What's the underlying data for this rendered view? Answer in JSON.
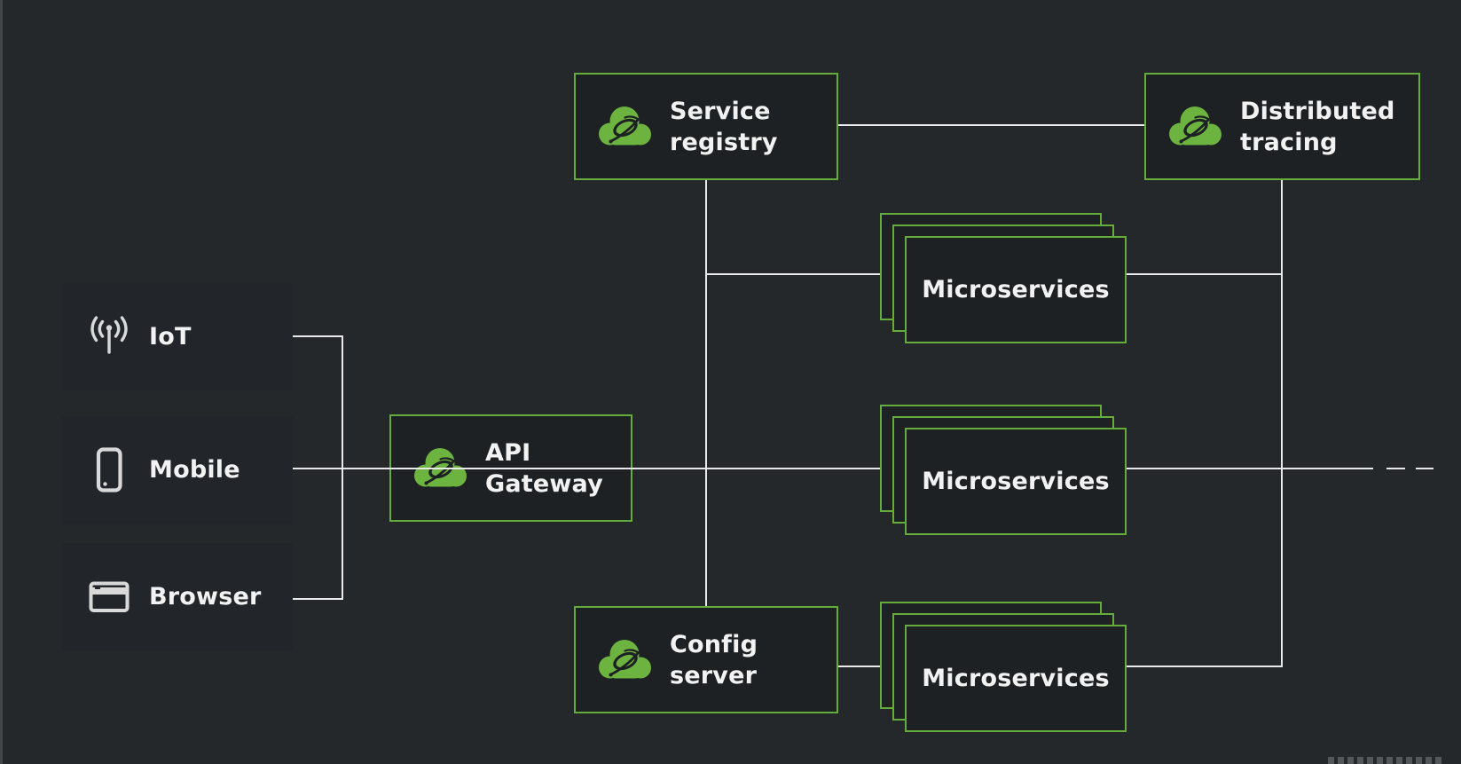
{
  "colors": {
    "background": "#25282b",
    "node_border_green": "#64ad3c",
    "spring_logo_green": "#6db33f",
    "node_fill": "#1d2123",
    "client_node_fill": "#22262a",
    "connector_line": "#e9e9e9",
    "label_text": "#f2f2f2"
  },
  "nodes": {
    "iot": {
      "label": "IoT",
      "icon": "iot-antenna-icon"
    },
    "mobile": {
      "label": "Mobile",
      "icon": "mobile-phone-icon"
    },
    "browser": {
      "label": "Browser",
      "icon": "browser-window-icon"
    },
    "api_gateway": {
      "label": "API Gateway",
      "icon": "spring-cloud-icon"
    },
    "service_registry": {
      "label": "Service registry",
      "icon": "spring-cloud-icon"
    },
    "distributed_tracing": {
      "label": "Distributed tracing",
      "icon": "spring-cloud-icon"
    },
    "config_server": {
      "label": "Config server",
      "icon": "spring-cloud-icon"
    },
    "microservices_row1": {
      "label": "Microservices"
    },
    "microservices_row2": {
      "label": "Microservices"
    },
    "microservices_row3": {
      "label": "Microservices"
    }
  },
  "connections": [
    {
      "from": "iot",
      "to": "api_gateway",
      "style": "solid"
    },
    {
      "from": "mobile",
      "to": "api_gateway",
      "style": "solid"
    },
    {
      "from": "browser",
      "to": "api_gateway",
      "style": "solid"
    },
    {
      "from": "api_gateway",
      "to": "microservices_row2",
      "style": "solid"
    },
    {
      "from": "service_registry",
      "to": "distributed_tracing",
      "style": "solid"
    },
    {
      "from": "service_registry",
      "to": "config_server",
      "style": "solid"
    },
    {
      "from": "service_registry",
      "to": "microservices_row1",
      "style": "solid"
    },
    {
      "from": "config_server",
      "to": "microservices_row3",
      "style": "solid"
    },
    {
      "from": "distributed_tracing",
      "to": "microservices_row1",
      "style": "solid"
    },
    {
      "from": "distributed_tracing",
      "to": "microservices_row2",
      "style": "solid"
    },
    {
      "from": "distributed_tracing",
      "to": "microservices_row3",
      "style": "solid"
    },
    {
      "from": "microservices_row2",
      "to": "continuation",
      "style": "dashed"
    }
  ]
}
